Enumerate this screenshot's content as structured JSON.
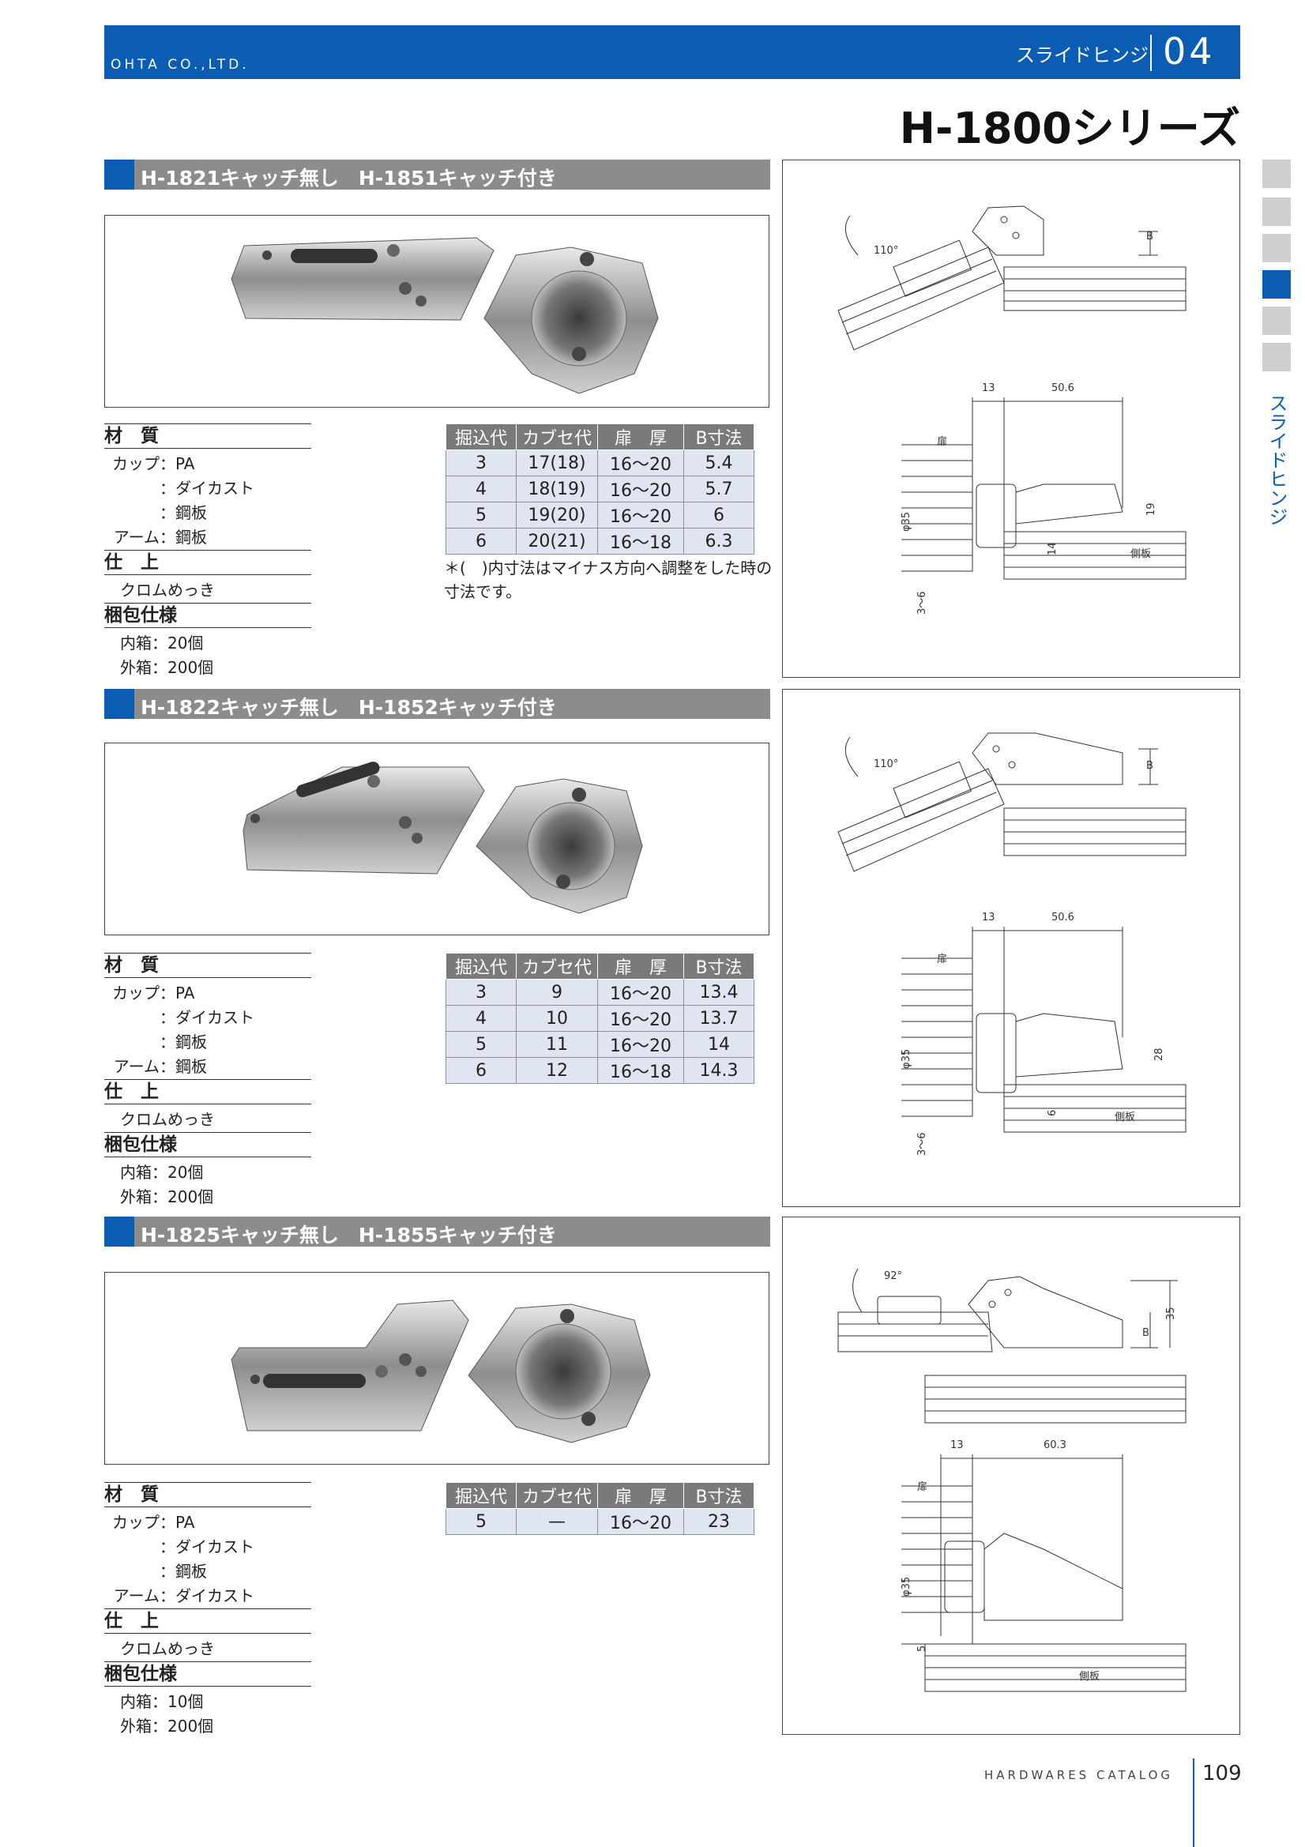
{
  "header": {
    "company": "OHTA CO.,LTD.",
    "category": "スライドヒンジ",
    "category_number": "04",
    "series_title": "H-1800シリーズ"
  },
  "side": {
    "label": "スライドヒンジ",
    "tab_count": 6,
    "active_tab": 4
  },
  "labels": {
    "material": "材　質",
    "finish": "仕　上",
    "packing": "梱包仕様",
    "cup": "カップ：",
    "arm": "アーム：",
    "sep": "：",
    "inner_box": "内箱：",
    "outer_box": "外箱："
  },
  "table_headers": [
    "掘込代",
    "カブセ代",
    "扉　厚",
    "B寸法"
  ],
  "sections": [
    {
      "title": "H-1821キャッチ無し　H-1851キャッチ付き",
      "cup": [
        "PA",
        "ダイカスト",
        "鋼板"
      ],
      "arm": "鋼板",
      "finish": "クロムめっき",
      "inner": "20個",
      "outer": "200個",
      "rows": [
        [
          "3",
          "17(18)",
          "16～20",
          "5.4"
        ],
        [
          "4",
          "18(19)",
          "16～20",
          "5.7"
        ],
        [
          "5",
          "19(20)",
          "16～20",
          "6"
        ],
        [
          "6",
          "20(21)",
          "16～18",
          "6.3"
        ]
      ],
      "note": "＊(　)内寸法はマイナス方向へ調整をした時の寸法です。",
      "drawing": {
        "angle": "110°",
        "d1": "13",
        "d2": "50.6",
        "h": "19",
        "s": "14",
        "gap": "3～6",
        "dia": "φ35",
        "door": "扉",
        "side": "側板",
        "b": "B"
      }
    },
    {
      "title": "H-1822キャッチ無し　H-1852キャッチ付き",
      "cup": [
        "PA",
        "ダイカスト",
        "鋼板"
      ],
      "arm": "鋼板",
      "finish": "クロムめっき",
      "inner": "20個",
      "outer": "200個",
      "rows": [
        [
          "3",
          "9",
          "16～20",
          "13.4"
        ],
        [
          "4",
          "10",
          "16～20",
          "13.7"
        ],
        [
          "5",
          "11",
          "16～20",
          "14"
        ],
        [
          "6",
          "12",
          "16～18",
          "14.3"
        ]
      ],
      "drawing": {
        "angle": "110°",
        "d1": "13",
        "d2": "50.6",
        "h": "28",
        "s": "6",
        "gap": "3～6",
        "dia": "φ35",
        "door": "扉",
        "side": "側板",
        "b": "B"
      }
    },
    {
      "title": "H-1825キャッチ無し　H-1855キャッチ付き",
      "cup": [
        "PA",
        "ダイカスト",
        "鋼板"
      ],
      "arm": "ダイカスト",
      "finish": "クロムめっき",
      "inner": "10個",
      "outer": "200個",
      "rows": [
        [
          "5",
          "—",
          "16～20",
          "23"
        ]
      ],
      "drawing": {
        "angle": "92°",
        "d1": "13",
        "d2": "60.3",
        "h": "35",
        "s": "",
        "gap": "5",
        "dia": "φ35",
        "door": "扉",
        "side": "側板",
        "b": "B"
      }
    }
  ],
  "footer": {
    "catalog": "HARDWARES CATALOG",
    "page": "109"
  }
}
